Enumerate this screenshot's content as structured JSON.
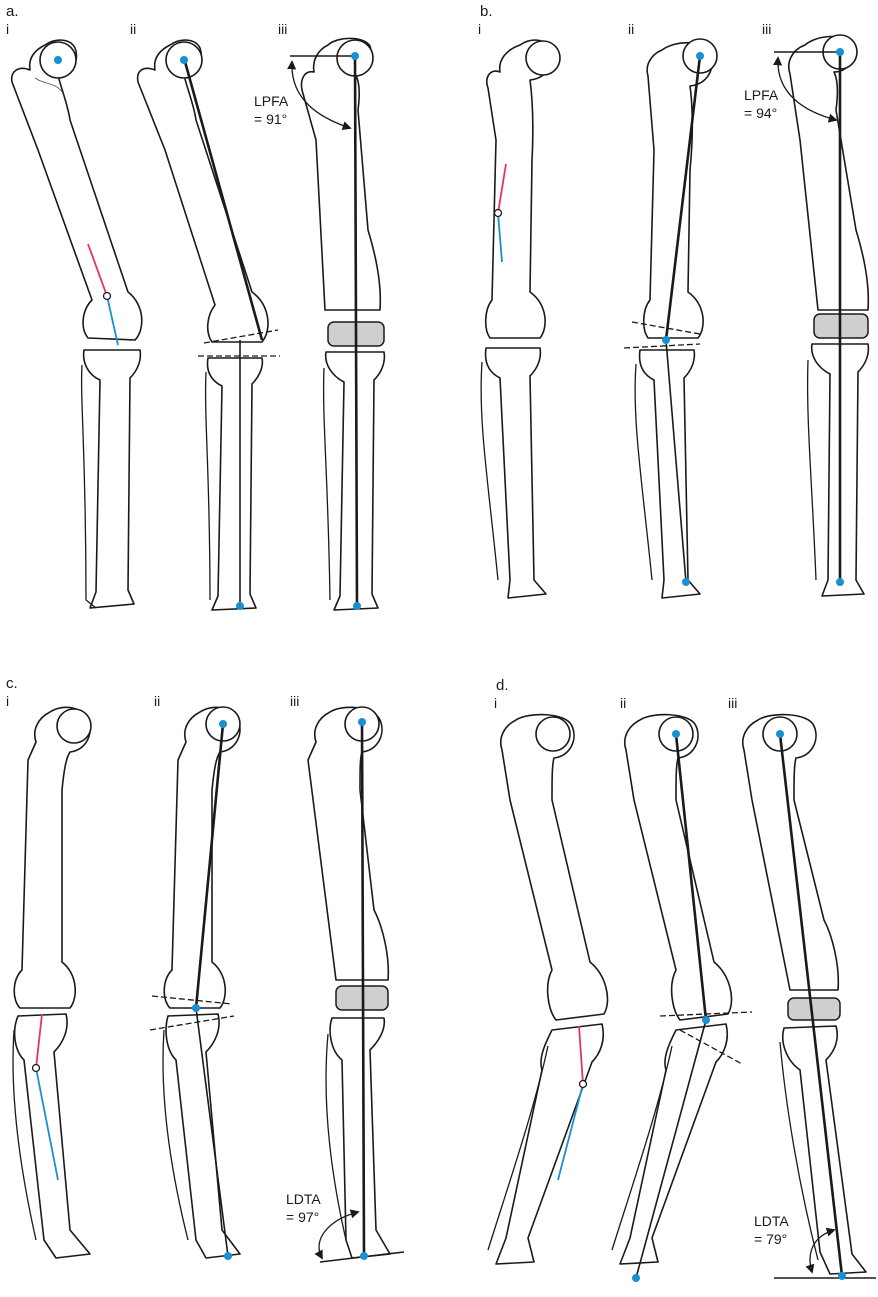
{
  "colors": {
    "dot": "#1a8fd1",
    "red_axis": "#e8335a",
    "blue_axis": "#1a8fd1",
    "implant": "#cfcfcf"
  },
  "panels": [
    {
      "label": "a.",
      "subs": [
        "i",
        "ii",
        "iii"
      ],
      "angle_name": "LPFA",
      "angle_value": "= 91°"
    },
    {
      "label": "b.",
      "subs": [
        "i",
        "ii",
        "iii"
      ],
      "angle_name": "LPFA",
      "angle_value": "= 94°"
    },
    {
      "label": "c.",
      "subs": [
        "i",
        "ii",
        "iii"
      ],
      "angle_name": "LDTA",
      "angle_value": "= 97°"
    },
    {
      "label": "d.",
      "subs": [
        "i",
        "ii",
        "iii"
      ],
      "angle_name": "LDTA",
      "angle_value": "= 79°"
    }
  ]
}
